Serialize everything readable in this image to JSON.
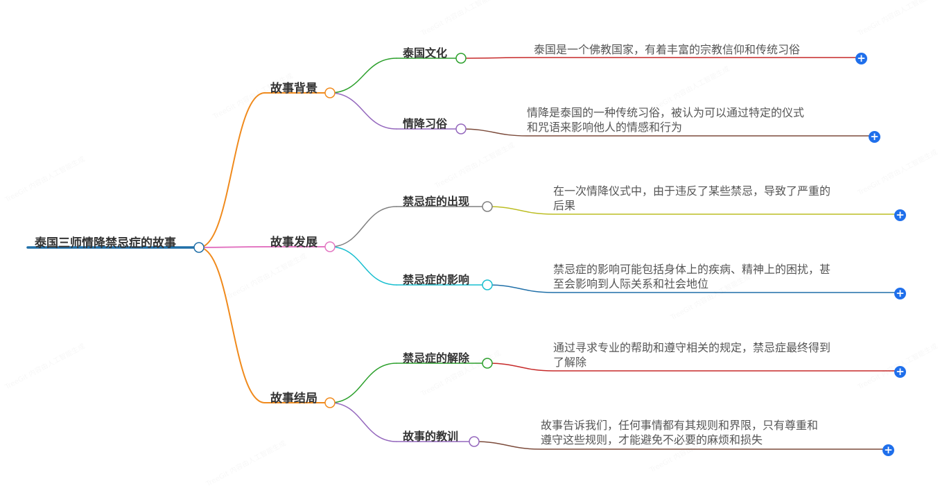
{
  "root": {
    "text": "泰国三师情降禁忌症的故事",
    "color": "#1f6fa8"
  },
  "branches": [
    {
      "text": "故事背景",
      "color": "#f08a1c",
      "children": [
        {
          "text": "泰国文化",
          "color": "#2ca02c",
          "leaf": {
            "lines": [
              "泰国是一个佛教国家，有着丰富的宗教信仰和传统习俗"
            ],
            "color": "#c62828"
          }
        },
        {
          "text": "情降习俗",
          "color": "#9467bd",
          "leaf": {
            "lines": [
              "情降是泰国的一种传统习俗，被认为可以通过特定的仪式",
              "和咒语来影响他人的情感和行为"
            ],
            "color": "#7b4a3a"
          }
        }
      ]
    },
    {
      "text": "故事发展",
      "color": "#e377c2",
      "children": [
        {
          "text": "禁忌症的出现",
          "color": "#7f7f7f",
          "leaf": {
            "lines": [
              "在一次情降仪式中，由于违反了某些禁忌，导致了严重的",
              "后果"
            ],
            "color": "#bcbd22"
          }
        },
        {
          "text": "禁忌症的影响",
          "color": "#17becf",
          "leaf": {
            "lines": [
              "禁忌症的影响可能包括身体上的疾病、精神上的困扰，甚",
              "至会影响到人际关系和社会地位"
            ],
            "color": "#1f6fa8"
          }
        }
      ]
    },
    {
      "text": "故事结局",
      "color": "#f08a1c",
      "children": [
        {
          "text": "禁忌症的解除",
          "color": "#2ca02c",
          "leaf": {
            "lines": [
              "通过寻求专业的帮助和遵守相关的规定，禁忌症最终得到",
              "了解除"
            ],
            "color": "#c62828"
          }
        },
        {
          "text": "故事的教训",
          "color": "#9467bd",
          "leaf": {
            "lines": [
              "故事告诉我们，任何事情都有其规则和界限，只有尊重和",
              "遵守这些规则，才能避免不必要的麻烦和损失"
            ],
            "color": "#7b4a3a"
          }
        }
      ]
    }
  ],
  "expand_icon": "plus-circle-icon",
  "watermark": "TreeGit 内容由人工智能生成"
}
